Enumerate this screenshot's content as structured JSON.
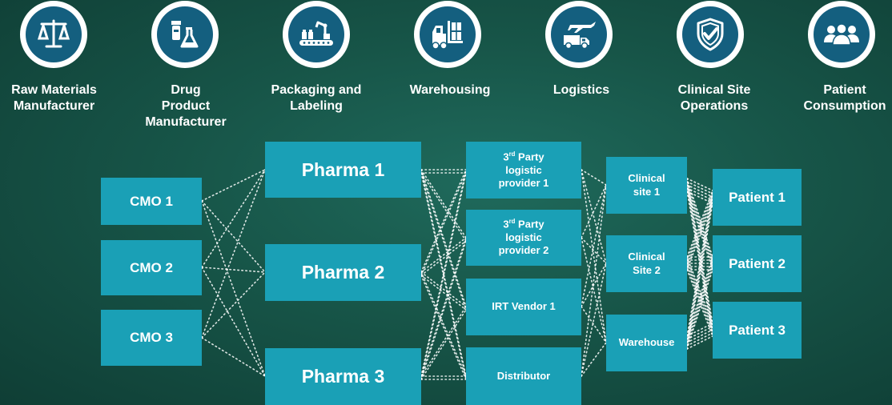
{
  "stages": [
    {
      "id": "raw",
      "icon": "balance-scale-icon",
      "label_lines": [
        "Raw Materials",
        "Manufacturer"
      ]
    },
    {
      "id": "drug",
      "icon": "medicine-flask-icon",
      "label_lines": [
        "Drug",
        "Product",
        "Manufacturer"
      ]
    },
    {
      "id": "pack",
      "icon": "packaging-line-icon",
      "label_lines": [
        "Packaging and",
        "Labeling"
      ]
    },
    {
      "id": "ware",
      "icon": "forklift-icon",
      "label_lines": [
        "Warehousing"
      ]
    },
    {
      "id": "logi",
      "icon": "plane-truck-icon",
      "label_lines": [
        "Logistics"
      ]
    },
    {
      "id": "clin",
      "icon": "shield-check-icon",
      "label_lines": [
        "Clinical Site",
        "Operations"
      ]
    },
    {
      "id": "pat",
      "icon": "people-icon",
      "label_lines": [
        "Patient",
        "Consumption"
      ]
    }
  ],
  "nodes": {
    "cmo1": {
      "label": "CMO 1"
    },
    "cmo2": {
      "label": "CMO 2"
    },
    "cmo3": {
      "label": "CMO 3"
    },
    "pharma1": {
      "label": "Pharma 1"
    },
    "pharma2": {
      "label": "Pharma 2"
    },
    "pharma3": {
      "label": "Pharma 3"
    },
    "tpl1": {
      "ordinal": "3",
      "ordinal_suffix": "rd",
      "line1_rest": " Party",
      "line2": "logistic",
      "line3": "provider 1"
    },
    "tpl2": {
      "ordinal": "3",
      "ordinal_suffix": "rd",
      "line1_rest": " Party",
      "line2": "logistic",
      "line3": "provider 2"
    },
    "irt": {
      "label": "IRT Vendor 1"
    },
    "distributor": {
      "label": "Distributor"
    },
    "site1": {
      "line1": "Clinical",
      "line2": "site 1"
    },
    "site2": {
      "line1": "Clinical",
      "line2": "Site 2"
    },
    "warehouse": {
      "label": "Warehouse"
    },
    "patient1": {
      "label": "Patient 1"
    },
    "patient2": {
      "label": "Patient 2"
    },
    "patient3": {
      "label": "Patient 3"
    }
  },
  "colors": {
    "node_fill": "#1aa0b6",
    "icon_circle": "#145f7f",
    "connector": "#ffffff"
  }
}
